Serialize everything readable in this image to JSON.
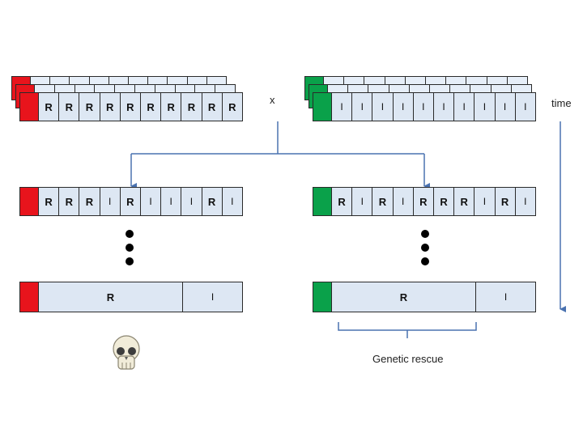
{
  "top_left": {
    "cells": [
      "R",
      "R",
      "R",
      "R",
      "R",
      "R",
      "R",
      "R",
      "R",
      "R"
    ]
  },
  "top_right": {
    "cells": [
      "I",
      "I",
      "I",
      "I",
      "I",
      "I",
      "I",
      "I",
      "I",
      "I"
    ]
  },
  "cross_symbol": "x",
  "time_label": "time",
  "mid_left": {
    "cells": [
      "R",
      "R",
      "R",
      "I",
      "R",
      "I",
      "I",
      "I",
      "R",
      "I"
    ]
  },
  "mid_right": {
    "cells": [
      "R",
      "I",
      "R",
      "I",
      "R",
      "R",
      "R",
      "I",
      "R",
      "I"
    ]
  },
  "bottom_left": {
    "cells": [
      "R",
      "I"
    ]
  },
  "bottom_right": {
    "cells": [
      "R",
      "I"
    ]
  },
  "genetic_rescue_label": "Genetic rescue",
  "skull_icon": "skull-icon",
  "colors": {
    "red": "#e8141c",
    "green": "#0aa14a",
    "cell_fill": "#dde7f3",
    "arrow": "#4a72b0"
  }
}
